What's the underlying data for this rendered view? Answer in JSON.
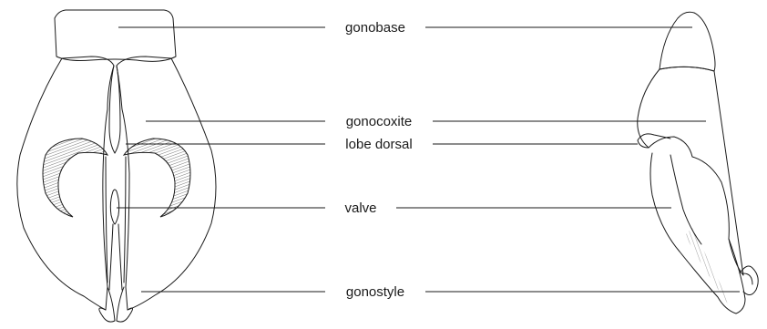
{
  "labels": {
    "gonobase": "gonobase",
    "gonocoxite": "gonocoxite",
    "lobe_dorsal": "lobe dorsal",
    "valve": "valve",
    "gonostyle": "gonostyle"
  },
  "colors": {
    "ink": "#1a1a1a",
    "background": "#ffffff"
  }
}
